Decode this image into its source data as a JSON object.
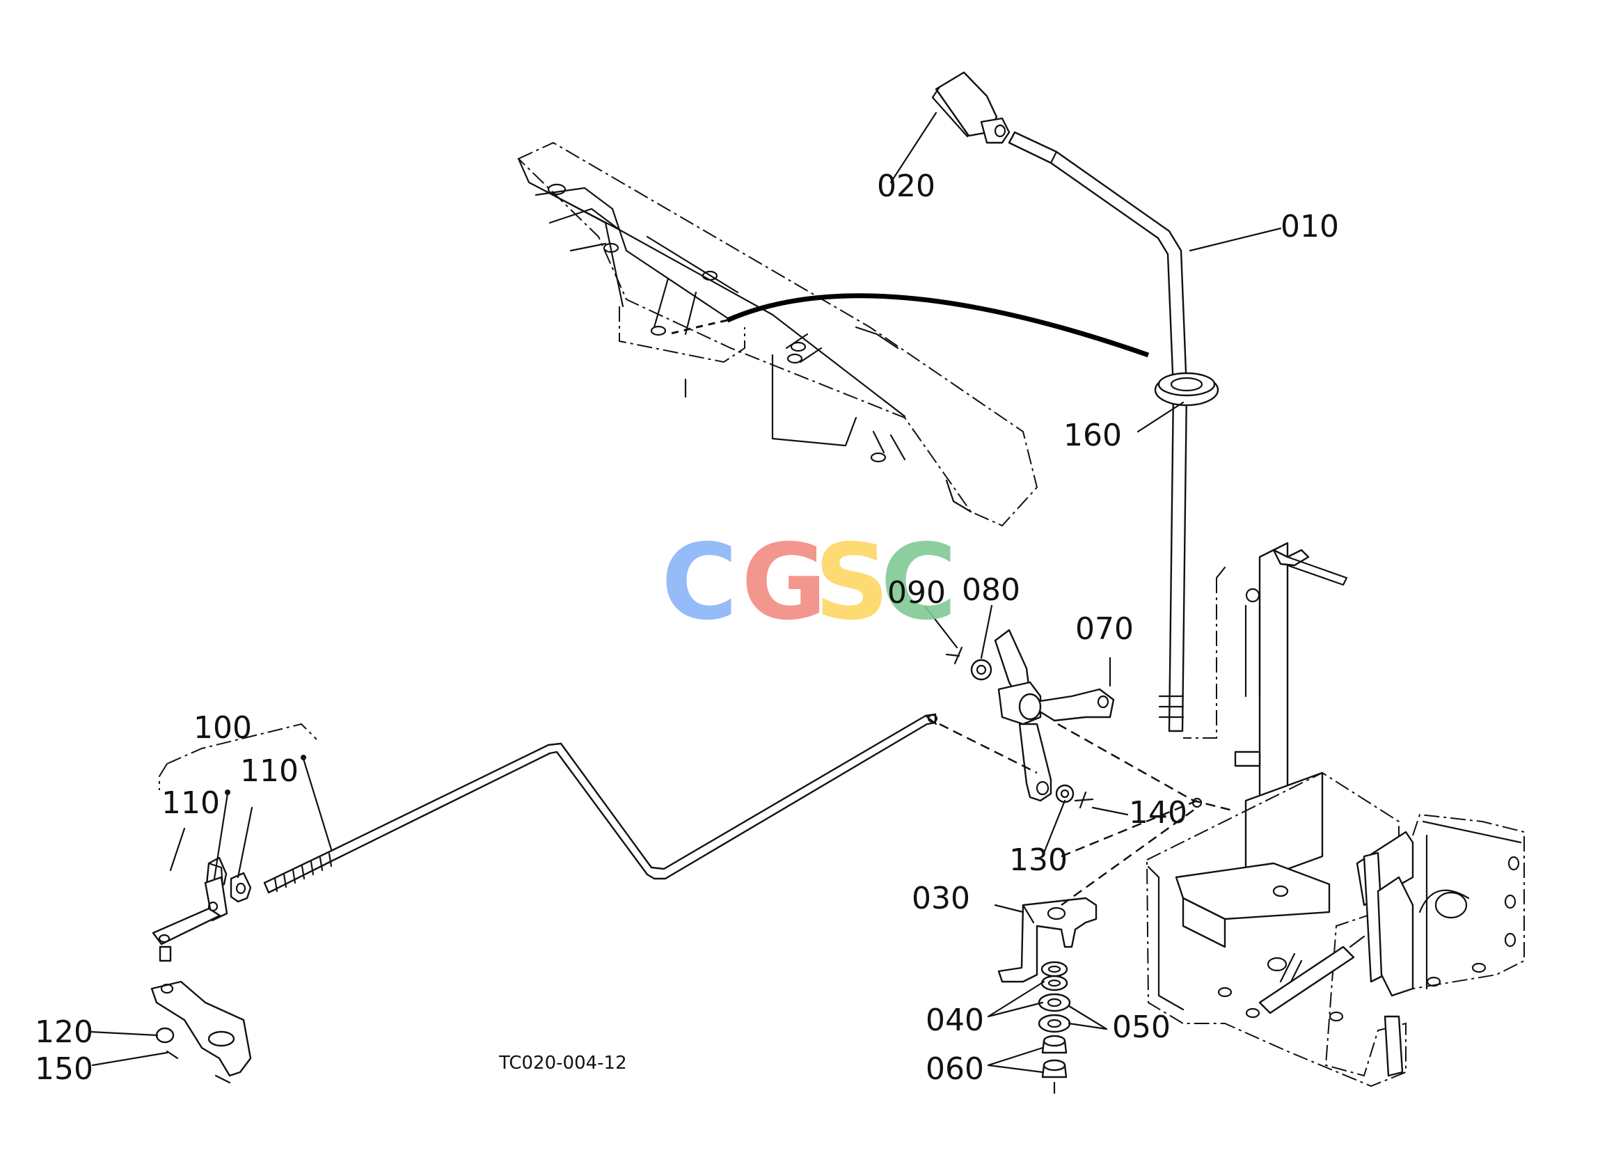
{
  "diagram": {
    "drawing_code": "TC020-004-12",
    "watermark": {
      "letters": [
        "C",
        "G",
        "S",
        "C"
      ],
      "colors": [
        "#8ab4f8",
        "#f28b82",
        "#fdd663",
        "#81c995"
      ]
    },
    "callouts": [
      "010",
      "020",
      "030",
      "040",
      "050",
      "060",
      "070",
      "080",
      "090",
      "100",
      "110",
      "110",
      "120",
      "130",
      "140",
      "150",
      "160"
    ]
  }
}
